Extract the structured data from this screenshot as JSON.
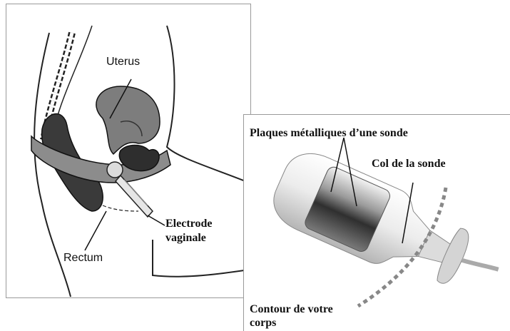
{
  "left_diagram": {
    "uterus_label": "Uterus",
    "rectum_label": "Rectum",
    "electrode_label_line1": "Electrode",
    "electrode_label_line2": "vaginale"
  },
  "right_diagram": {
    "plates_label": "Plaques métalliques d’une sonde",
    "neck_label": "Col de la sonde",
    "contour_label_line1": "Contour de votre",
    "contour_label_line2": "corps"
  }
}
